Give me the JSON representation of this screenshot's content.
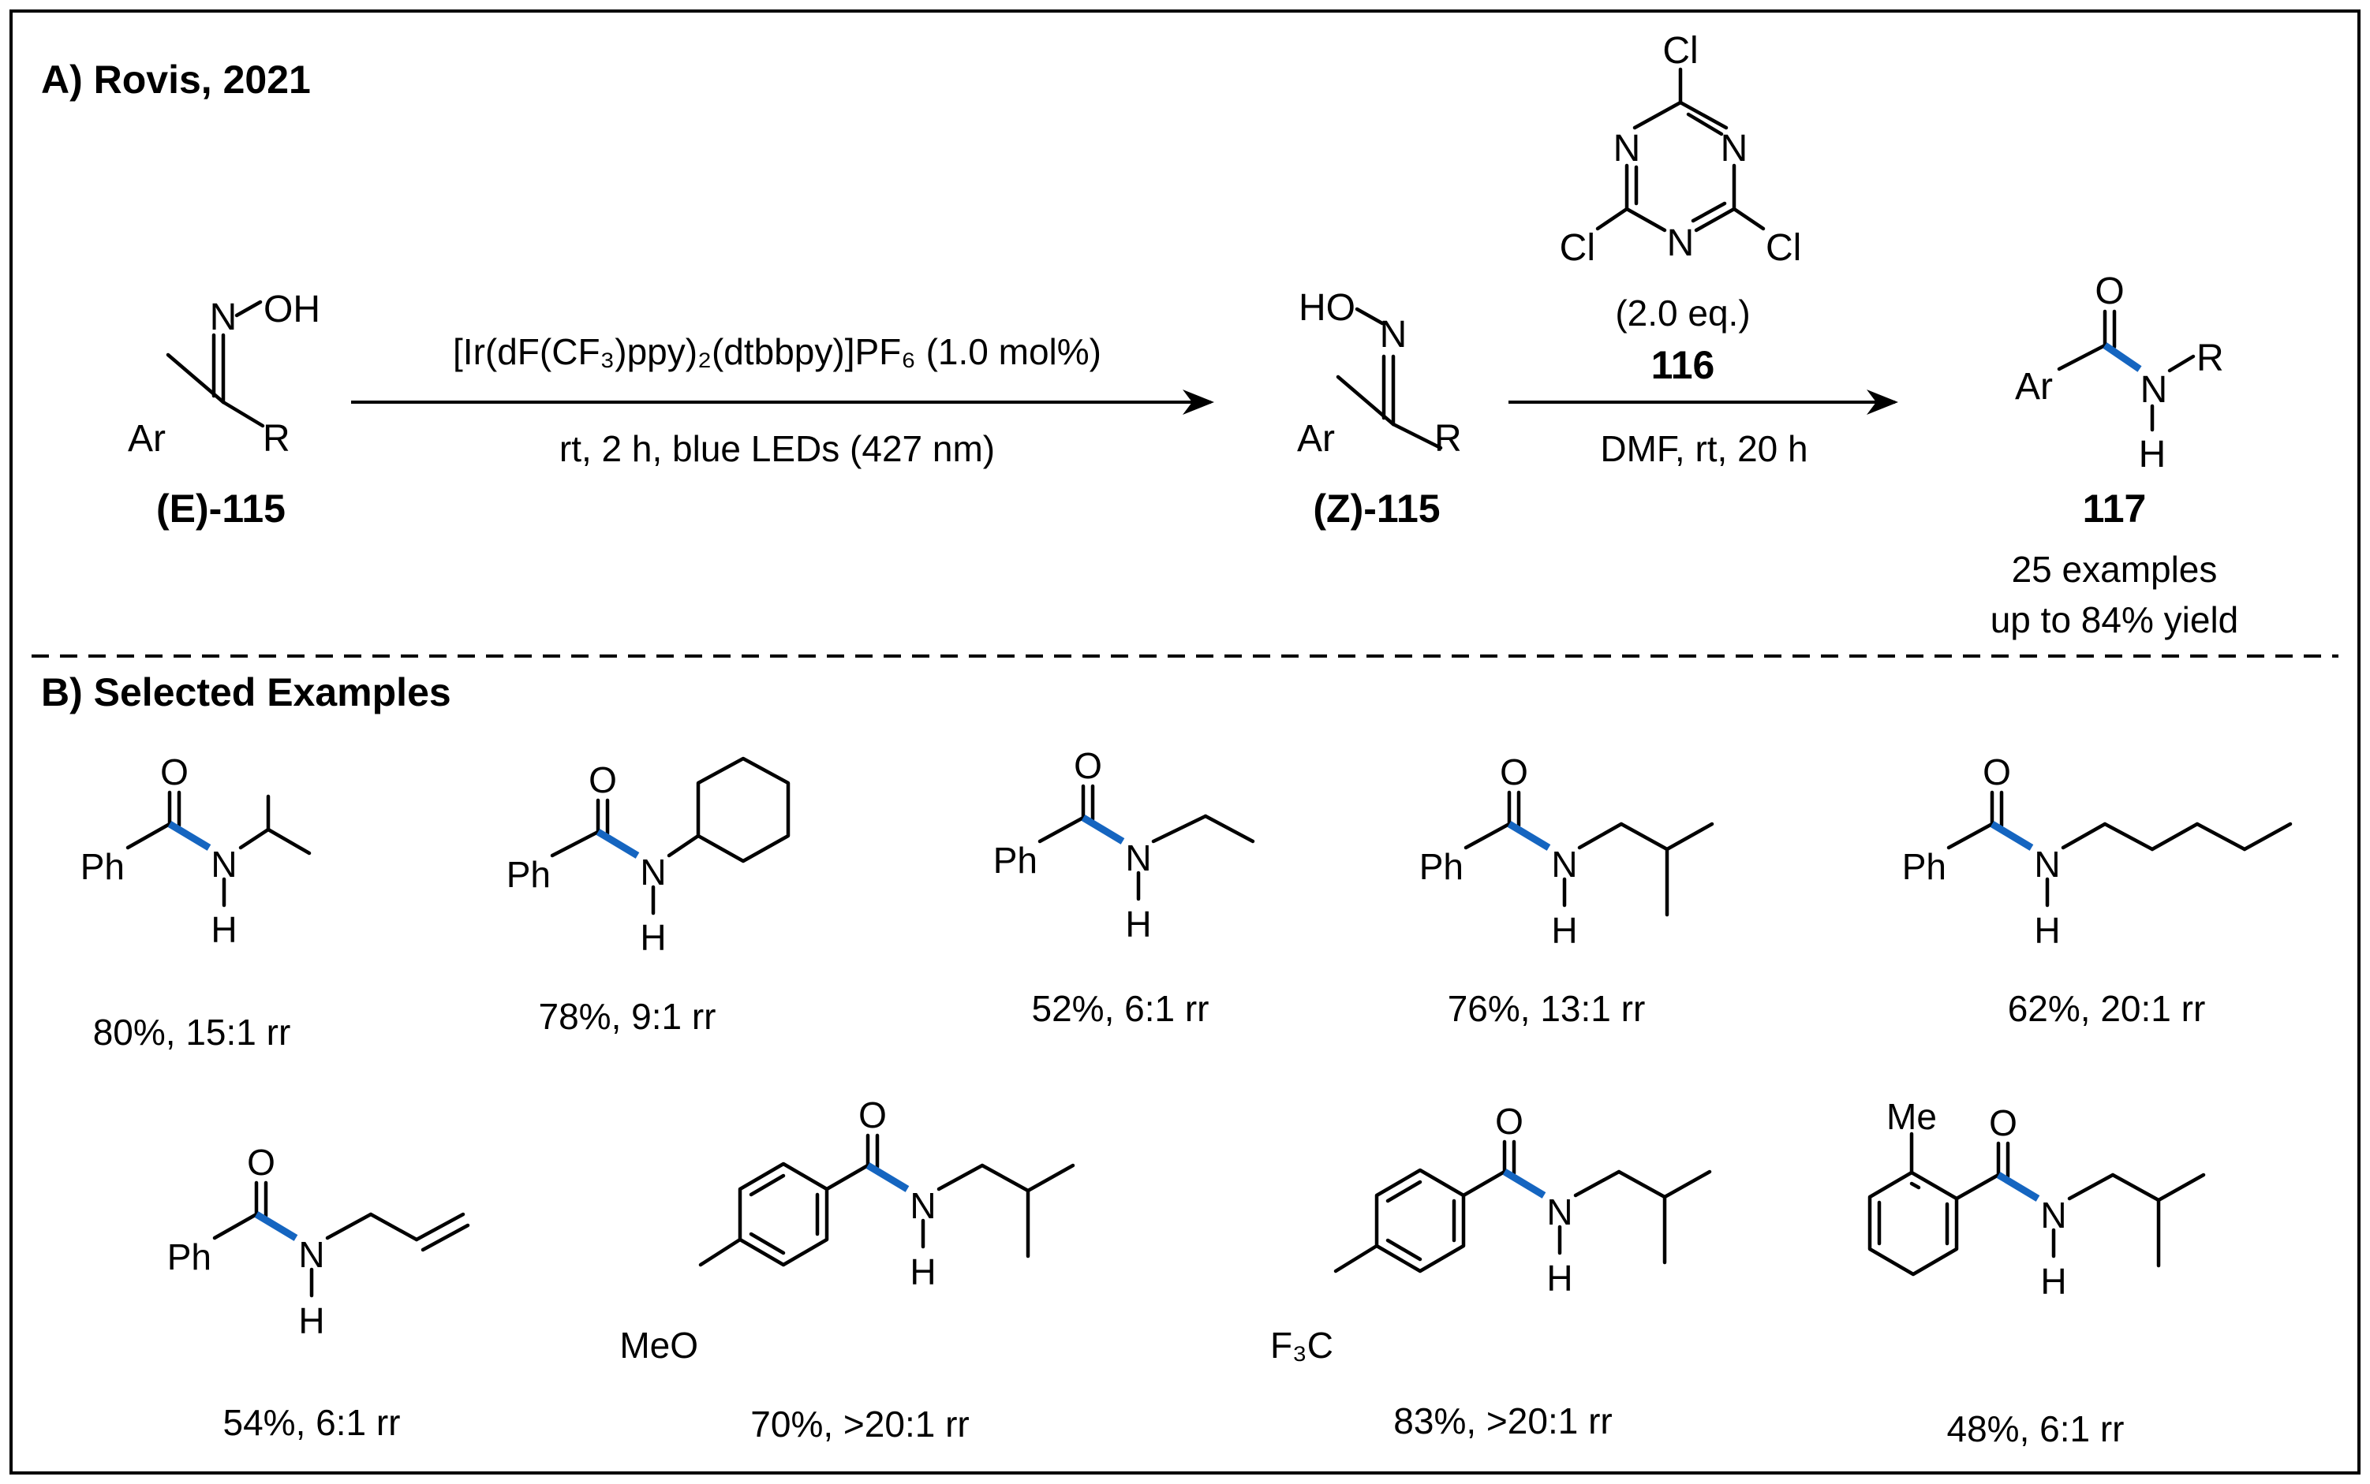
{
  "section_a": {
    "title": "A) Rovis, 2021",
    "start": {
      "id": "(E)-115",
      "n": "N",
      "oh": "OH",
      "ar": "Ar",
      "r": "R"
    },
    "step1": {
      "conditions_top": "[Ir(dF(CF₃)ppy)₂(dtbbpy)]PF₆ (1.0 mol%)",
      "conditions_bottom": "rt, 2 h, blue LEDs (427 nm)"
    },
    "intermediate": {
      "id": "(Z)-115",
      "ho": "HO",
      "n": "N",
      "ar": "Ar",
      "r": "R"
    },
    "reagent": {
      "cl": "Cl",
      "n": "N",
      "equiv": "(2.0 eq.)",
      "id": "116"
    },
    "step2": {
      "conditions_bottom": "DMF, rt, 20 h"
    },
    "product": {
      "id": "117",
      "o": "O",
      "n": "N",
      "h": "H",
      "ar": "Ar",
      "r": "R",
      "note1": "25 examples",
      "note2": "up to 84% yield"
    }
  },
  "section_b": {
    "title": "B) Selected Examples",
    "atoms": {
      "o": "O",
      "n": "N",
      "h": "H",
      "ph": "Ph",
      "meo": "MeO",
      "f3c": "F₃C",
      "me": "Me"
    },
    "examples": [
      {
        "result": "80%, 15:1 rr"
      },
      {
        "result": "78%, 9:1 rr"
      },
      {
        "result": "52%, 6:1 rr"
      },
      {
        "result": "76%, 13:1 rr"
      },
      {
        "result": "62%, 20:1 rr"
      },
      {
        "result": "54%, 6:1 rr"
      },
      {
        "result": "70%, >20:1 rr"
      },
      {
        "result": "83%, >20:1 rr"
      },
      {
        "result": "48%, 6:1 rr"
      }
    ]
  },
  "colors": {
    "bond_highlight": "#1565c0",
    "nitrogen": "#e8181e",
    "ink": "#000000"
  }
}
